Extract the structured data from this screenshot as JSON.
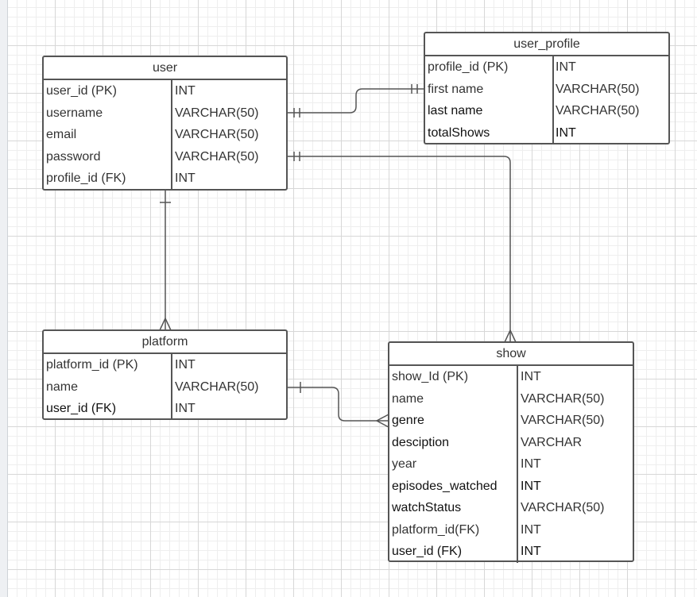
{
  "entities": {
    "user": {
      "title": "user",
      "rows": [
        {
          "name": "user_id (PK)",
          "type": "INT"
        },
        {
          "name": "username",
          "type": "VARCHAR(50)"
        },
        {
          "name": "email",
          "type": "VARCHAR(50)"
        },
        {
          "name": "password",
          "type": "VARCHAR(50)"
        },
        {
          "name": "profile_id (FK)",
          "type": "INT"
        }
      ]
    },
    "user_profile": {
      "title": "user_profile",
      "rows": [
        {
          "name": "profile_id (PK)",
          "type": "INT"
        },
        {
          "name": "first name",
          "type": "VARCHAR(50)"
        },
        {
          "name": "last name",
          "type": "VARCHAR(50)"
        },
        {
          "name": "totalShows",
          "type": "INT"
        }
      ]
    },
    "platform": {
      "title": "platform",
      "rows": [
        {
          "name": "platform_id (PK)",
          "type": "INT"
        },
        {
          "name": "name",
          "type": "VARCHAR(50)"
        },
        {
          "name": "user_id (FK)",
          "type": "INT"
        }
      ]
    },
    "show": {
      "title": "show",
      "rows": [
        {
          "name": "show_Id (PK)",
          "type": "INT"
        },
        {
          "name": "name",
          "type": "VARCHAR(50)"
        },
        {
          "name": "genre",
          "type": "VARCHAR(50)"
        },
        {
          "name": "desciption",
          "type": "VARCHAR"
        },
        {
          "name": "year",
          "type": "INT"
        },
        {
          "name": "episodes_watched",
          "type": "INT"
        },
        {
          "name": "watchStatus",
          "type": "VARCHAR(50)"
        },
        {
          "name": "platform_id(FK)",
          "type": "INT"
        },
        {
          "name": "user_id (FK)",
          "type": "INT"
        }
      ]
    }
  },
  "relationships": [
    {
      "from": "user",
      "to": "user_profile",
      "from_end": "one-and-only-one",
      "to_end": "one-and-only-one"
    },
    {
      "from": "user",
      "to": "show",
      "from_end": "one-and-only-one",
      "to_end": "many"
    },
    {
      "from": "user",
      "to": "platform",
      "from_end": "one",
      "to_end": "many"
    },
    {
      "from": "platform",
      "to": "show",
      "from_end": "one",
      "to_end": "many"
    }
  ],
  "colors": {
    "border": "#555555",
    "text": "#333333",
    "grid": "#d7d7d7",
    "background": "#ffffff"
  }
}
